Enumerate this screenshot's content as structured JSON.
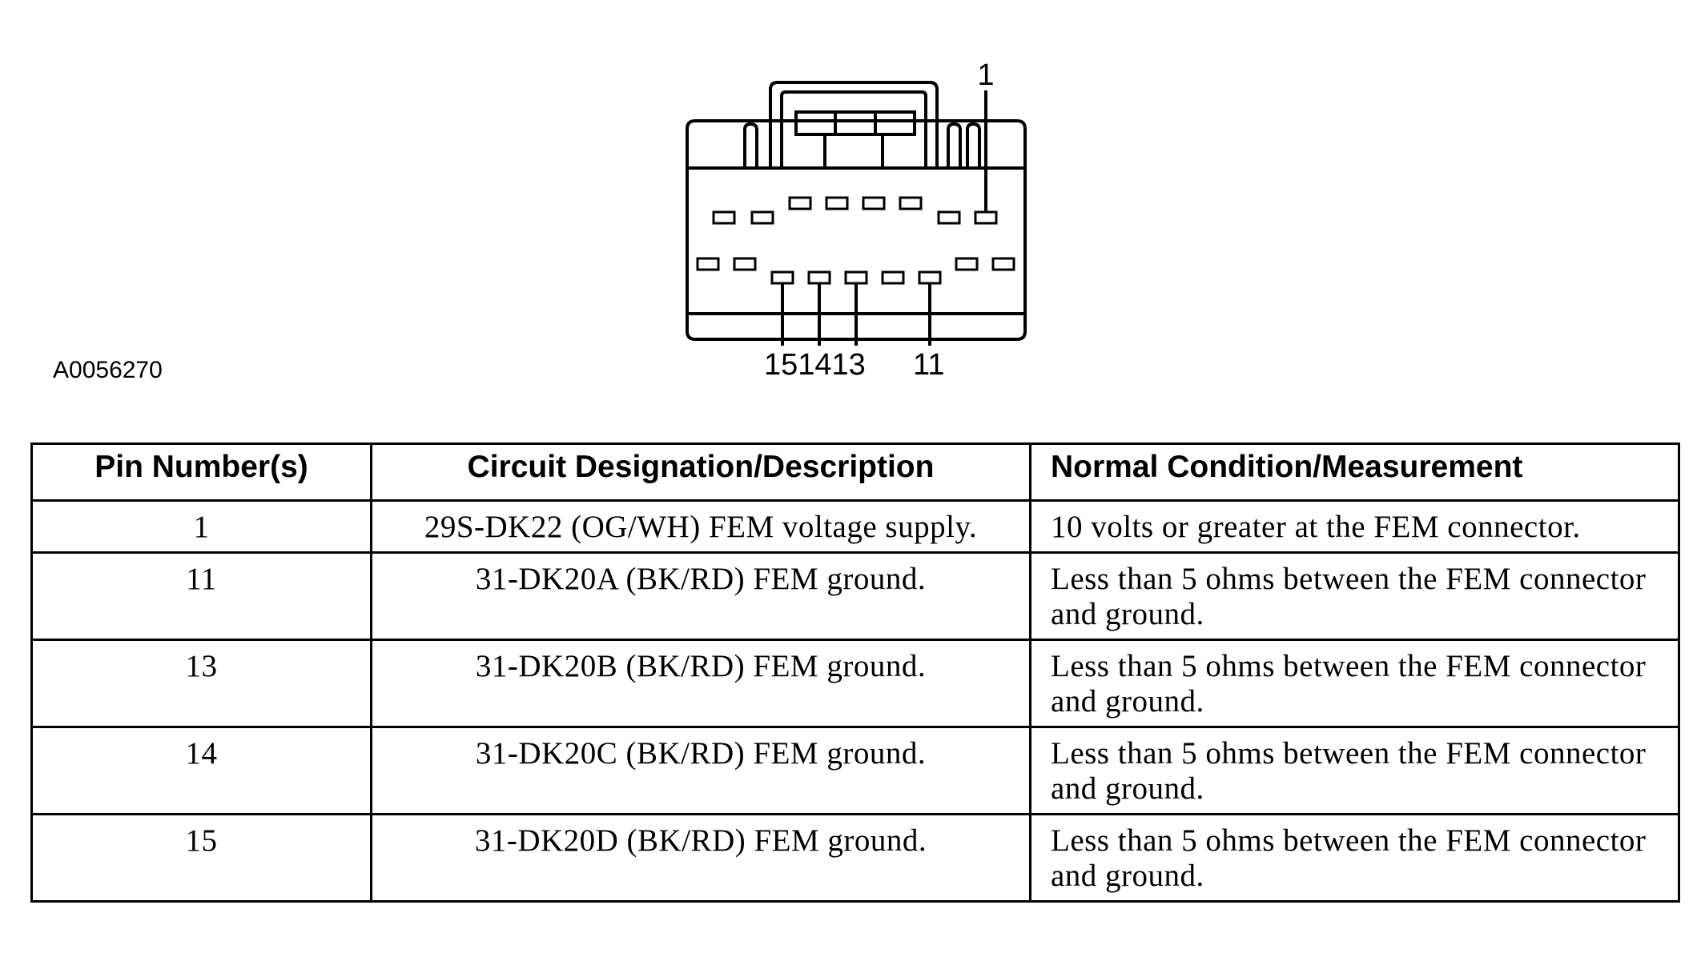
{
  "figure": {
    "figure_id": "A0056270",
    "pin_callouts": {
      "top": "1",
      "bottom_left": "151413",
      "bottom_right": "11"
    }
  },
  "table": {
    "headers": {
      "pin": "Pin Number(s)",
      "circuit": "Circuit Designation/Description",
      "normal": "Normal Condition/Measurement"
    },
    "rows": [
      {
        "pin": "1",
        "circuit": "29S-DK22 (OG/WH) FEM voltage supply.",
        "normal": "10 volts or greater at the FEM connector."
      },
      {
        "pin": "11",
        "circuit": "31-DK20A (BK/RD) FEM ground.",
        "normal": "Less than 5 ohms between the FEM connector and ground."
      },
      {
        "pin": "13",
        "circuit": "31-DK20B (BK/RD) FEM ground.",
        "normal": "Less than 5 ohms between the FEM connector and ground."
      },
      {
        "pin": "14",
        "circuit": "31-DK20C (BK/RD) FEM ground.",
        "normal": "Less than 5 ohms between the FEM connector and ground."
      },
      {
        "pin": "15",
        "circuit": "31-DK20D (BK/RD) FEM ground.",
        "normal": "Less than 5 ohms between the FEM connector and ground."
      }
    ]
  }
}
